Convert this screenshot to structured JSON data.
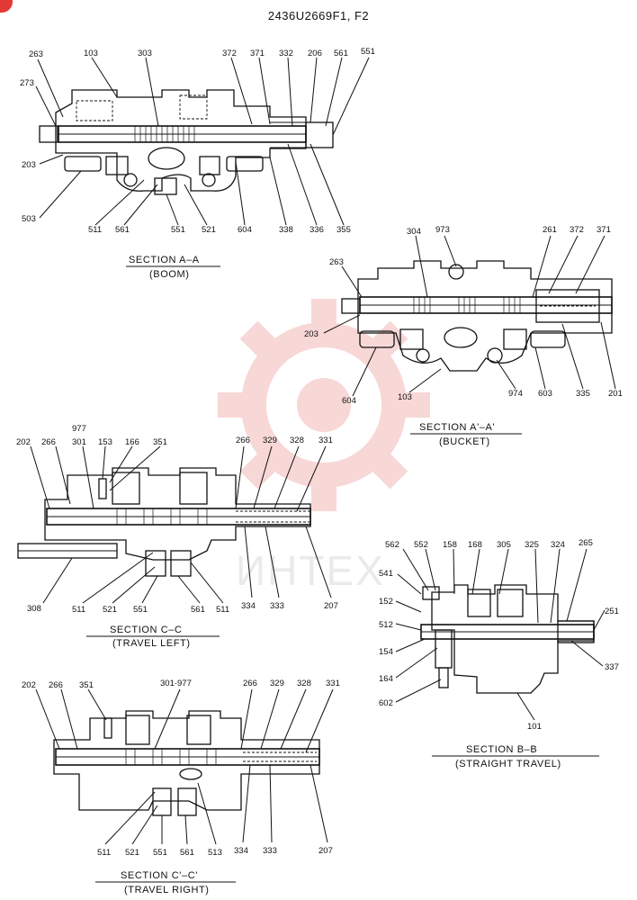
{
  "drawing": {
    "title": "2436U2669F1, F2",
    "watermark": "ИНТЕХ",
    "brand_color": "#e53935",
    "watermark_color": "#f3b7b7"
  },
  "sections": [
    {
      "id": "aa",
      "caption": "SECTION  A–A",
      "subcaption": "(BOOM)",
      "labels": [
        "263",
        "273",
        "103",
        "303",
        "372",
        "371",
        "332",
        "206",
        "561",
        "551",
        "203",
        "503",
        "511",
        "561",
        "551",
        "521",
        "604",
        "338",
        "336",
        "355"
      ]
    },
    {
      "id": "aap",
      "caption": "SECTION  A'–A'",
      "subcaption": "(BUCKET)",
      "labels": [
        "304",
        "973",
        "261",
        "372",
        "371",
        "263",
        "203",
        "604",
        "103",
        "974",
        "603",
        "335",
        "201"
      ]
    },
    {
      "id": "cc",
      "caption": "SECTION  C–C",
      "subcaption": "(TRAVEL LEFT)",
      "labels": [
        "977",
        "202",
        "266",
        "301",
        "153",
        "166",
        "351",
        "266",
        "329",
        "328",
        "331",
        "308",
        "511",
        "521",
        "551",
        "561",
        "511",
        "334",
        "333",
        "207"
      ]
    },
    {
      "id": "bb",
      "caption": "SECTION  B–B",
      "subcaption": "(STRAIGHT TRAVEL)",
      "labels": [
        "562",
        "552",
        "158",
        "168",
        "305",
        "325",
        "324",
        "265",
        "541",
        "152",
        "512",
        "251",
        "154",
        "164",
        "337",
        "602",
        "101"
      ]
    },
    {
      "id": "ccp",
      "caption": "SECTION  C'–C'",
      "subcaption": "(TRAVEL RIGHT)",
      "labels": [
        "202",
        "266",
        "351",
        "301·977",
        "266",
        "329",
        "328",
        "331",
        "511",
        "521",
        "551",
        "561",
        "513",
        "334",
        "333",
        "207"
      ]
    }
  ]
}
